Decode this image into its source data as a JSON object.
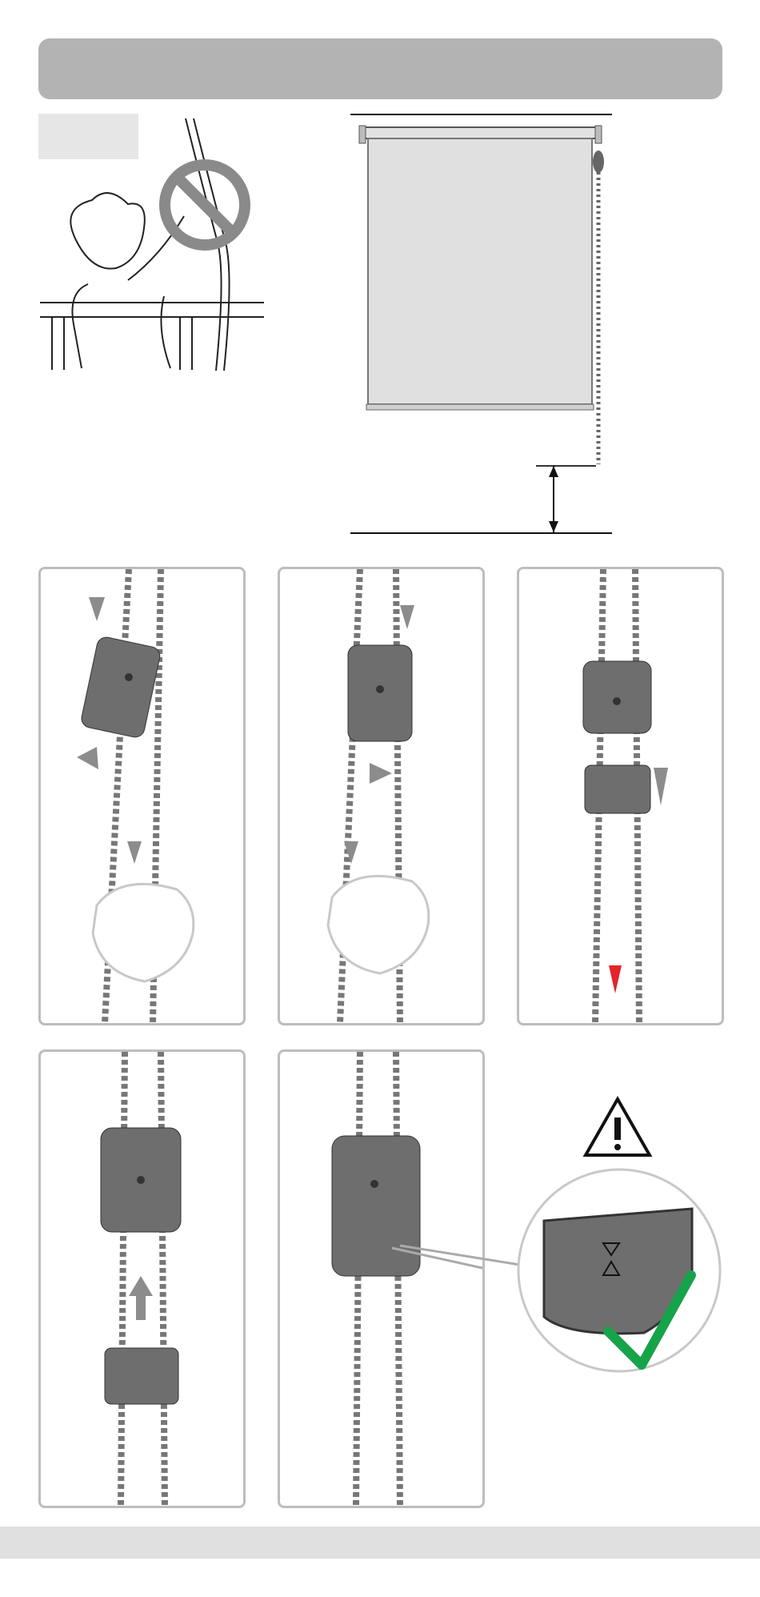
{
  "colors": {
    "header_bar": "#b3b3b3",
    "label_box": "#e6e6e6",
    "panel_border": "#bdbdbd",
    "mechanism": "#6e6e6e",
    "arrow_gray": "#8c8c8c",
    "arrow_red": "#e3242b",
    "check_green": "#16a34a",
    "footer_bar": "#e0e0e0"
  },
  "icons": {
    "prohibited": "prohibited-icon",
    "warning": "warning-triangle-icon",
    "check": "checkmark-icon"
  },
  "steps": [
    {
      "id": "step-1",
      "arrows": [
        "down",
        "down",
        "left"
      ]
    },
    {
      "id": "step-2",
      "arrows": [
        "down",
        "down",
        "right"
      ]
    },
    {
      "id": "step-3",
      "arrows": [
        "down",
        "red-down"
      ]
    },
    {
      "id": "step-4",
      "arrows": [
        "up"
      ]
    },
    {
      "id": "step-5",
      "arrows": []
    }
  ]
}
